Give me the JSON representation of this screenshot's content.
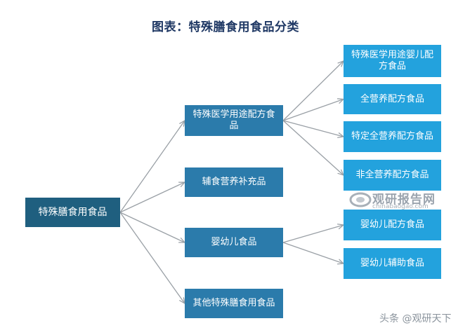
{
  "title": "图表：特殊膳食用食品分类",
  "root": {
    "label": "特殊膳食用食品"
  },
  "categories": [
    {
      "label": "特殊医学用途配方食品"
    },
    {
      "label": "辅食营养补充品"
    },
    {
      "label": "婴幼儿食品"
    },
    {
      "label": "其他特殊膳食用食品"
    }
  ],
  "subcategories": [
    {
      "label": "特殊医学用途婴儿配方食品",
      "parent": 0
    },
    {
      "label": "全营养配方食品",
      "parent": 0
    },
    {
      "label": "特定全营养配方食品",
      "parent": 0
    },
    {
      "label": "非全营养配方食品",
      "parent": 0
    },
    {
      "label": "婴幼儿配方食品",
      "parent": 2
    },
    {
      "label": "婴幼儿辅助食品",
      "parent": 2
    }
  ],
  "watermark": {
    "brand": "观研报告网",
    "url": "chinabaogao.com",
    "footer": "头条 @观研天下"
  },
  "colors": {
    "root": "#1f5f7f",
    "category": "#2b7bab",
    "subcategory": "#23a2dd",
    "connector": "#9aa0a6",
    "title": "#1f3864"
  }
}
